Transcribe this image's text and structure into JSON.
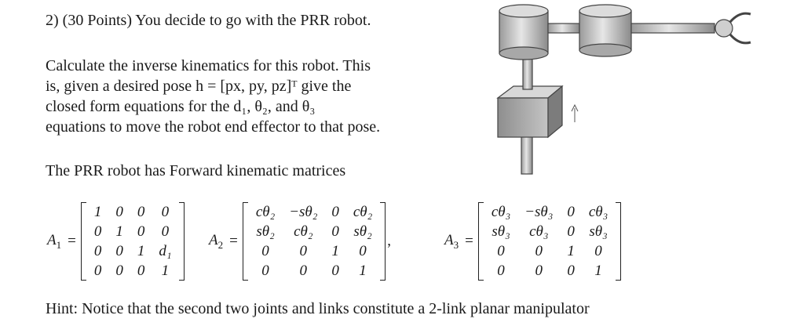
{
  "problem": {
    "heading": "2) (30 Points) You decide to go with the PRR robot.",
    "task_lines": [
      "Calculate the inverse kinematics for this robot. This",
      "is, given a desired pose h = [px, py, pz]ᵀ give the",
      "closed form equations for the d₁, θ₂, and θ₃",
      "equations to move the robot end effector to that pose."
    ],
    "forward_intro": "The PRR robot has Forward kinematic matrices",
    "hint": "Hint: Notice that the second two joints and links constitute a 2-link planar manipulator"
  },
  "matrices": [
    {
      "label": "A",
      "sub": "1",
      "rows": [
        [
          "1",
          "0",
          "0",
          "0"
        ],
        [
          "0",
          "1",
          "0",
          "0"
        ],
        [
          "0",
          "0",
          "1",
          "d₁"
        ],
        [
          "0",
          "0",
          "0",
          "1"
        ]
      ]
    },
    {
      "label": "A",
      "sub": "2",
      "rows": [
        [
          "cθ₂",
          "−sθ₂",
          "0",
          "cθ₂"
        ],
        [
          "sθ₂",
          "cθ₂",
          "0",
          "sθ₂"
        ],
        [
          "0",
          "0",
          "1",
          "0"
        ],
        [
          "0",
          "0",
          "0",
          "1"
        ]
      ]
    },
    {
      "label": "A",
      "sub": "3",
      "rows": [
        [
          "cθ₃",
          "−sθ₃",
          "0",
          "cθ₃"
        ],
        [
          "sθ₃",
          "cθ₃",
          "0",
          "sθ₃"
        ],
        [
          "0",
          "0",
          "1",
          "0"
        ],
        [
          "0",
          "0",
          "0",
          "1"
        ]
      ]
    }
  ]
}
